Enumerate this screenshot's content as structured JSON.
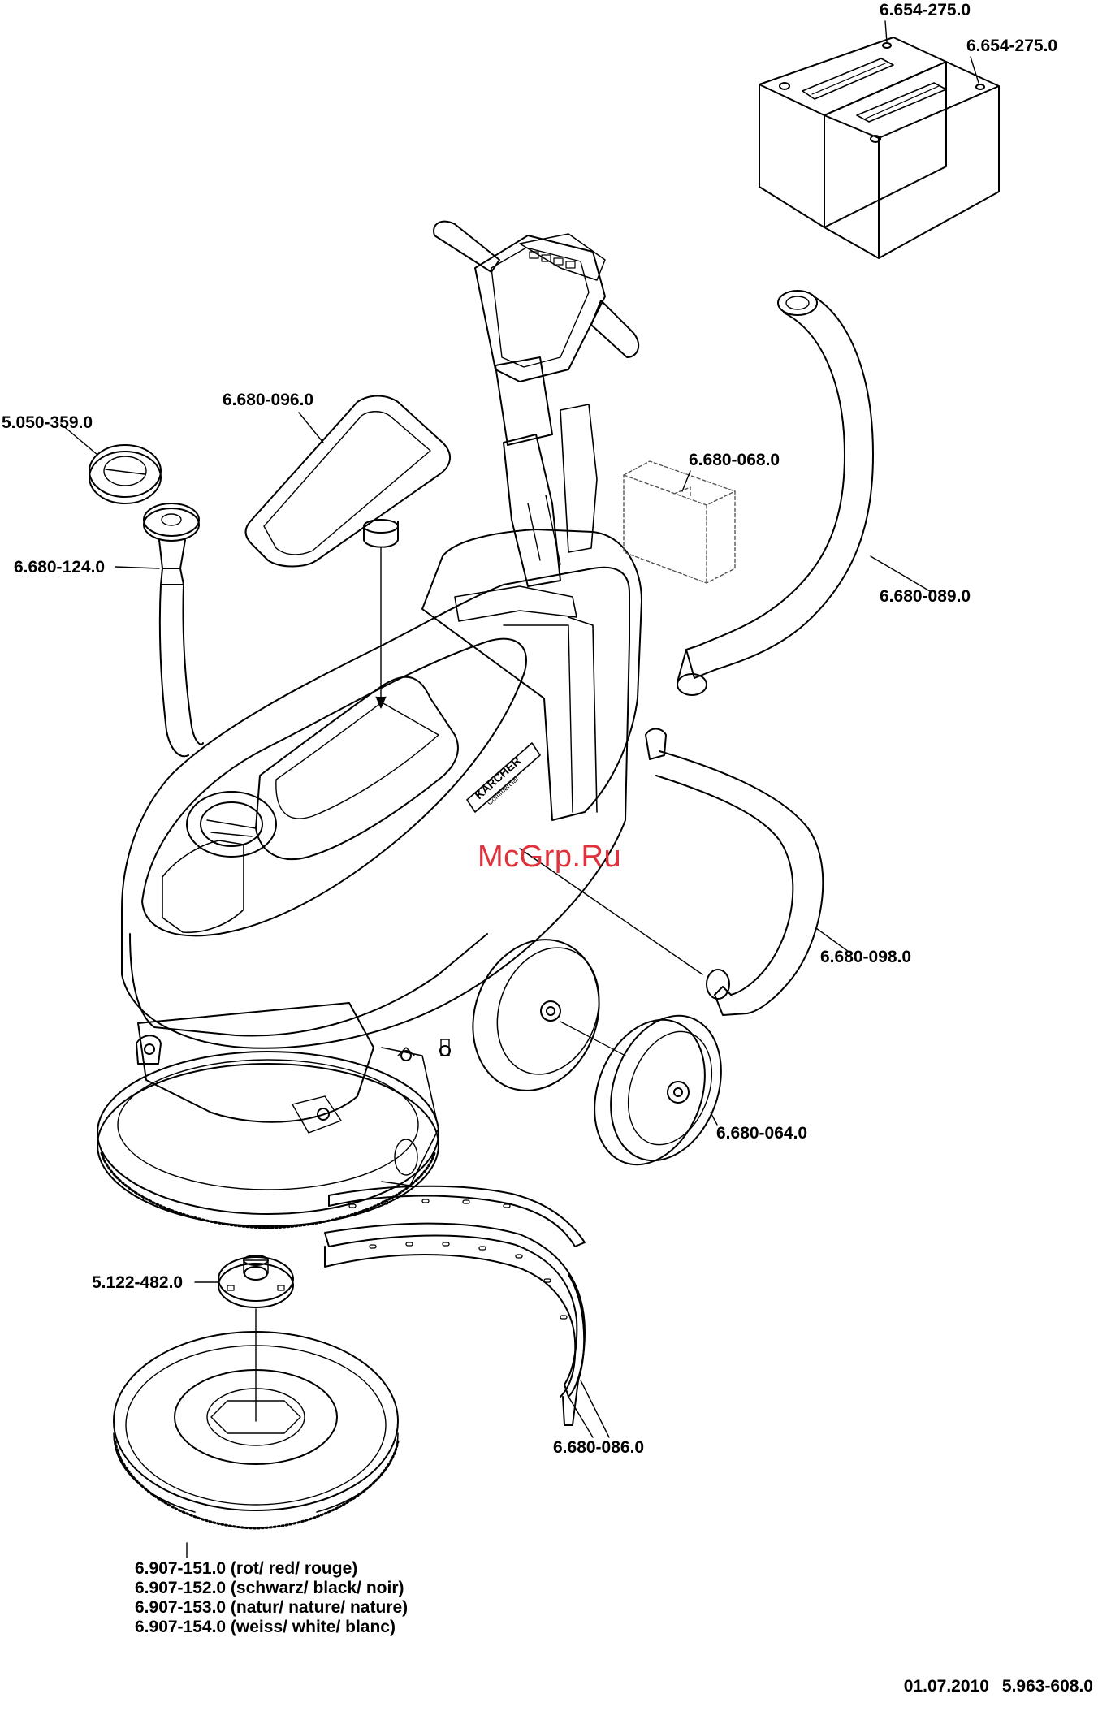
{
  "parts": [
    {
      "id": "battery_1",
      "part_number": "6.654-275.0"
    },
    {
      "id": "battery_2",
      "part_number": "6.654-275.0"
    },
    {
      "id": "tank_lid",
      "part_number": "6.680-096.0"
    },
    {
      "id": "filler_cap",
      "part_number": "5.050-359.0"
    },
    {
      "id": "filler_hose",
      "part_number": "6.680-124.0"
    },
    {
      "id": "control_box",
      "part_number": "6.680-068.0"
    },
    {
      "id": "suction_hose",
      "part_number": "6.680-089.0"
    },
    {
      "id": "drain_hose",
      "part_number": "6.680-098.0"
    },
    {
      "id": "wheel",
      "part_number": "6.680-064.0"
    },
    {
      "id": "brush_adapter",
      "part_number": "5.122-482.0"
    },
    {
      "id": "squeegee_blades",
      "part_number": "6.680-086.0"
    }
  ],
  "brush_variants": [
    "6.907-151.0 (rot/ red/ rouge)",
    "6.907-152.0 (schwarz/ black/ noir)",
    "6.907-153.0 (natur/ nature/ nature)",
    "6.907-154.0 (weiss/ white/ blanc)"
  ],
  "brand": {
    "logo": "KARCHER",
    "sub": "Commercial"
  },
  "watermark": "McGrp.Ru",
  "footer": {
    "date": "01.07.2010",
    "document": "5.963-608.0"
  },
  "colors": {
    "line": "#000000",
    "watermark": "#e0323c",
    "background": "#ffffff"
  }
}
